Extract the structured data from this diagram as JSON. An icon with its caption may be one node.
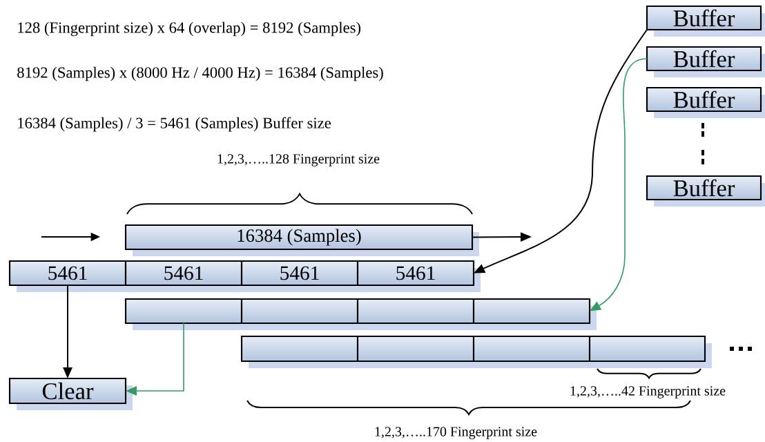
{
  "diagram": {
    "nodes": [
      {
        "text": [
          "16384 (Samples)"
        ]
      },
      {
        "text": [
          "5461"
        ]
      },
      {
        "text": [
          "5461"
        ]
      },
      {
        "text": [
          "5461"
        ]
      },
      {
        "text": [
          "5461"
        ]
      },
      {
        "text": [],
        "shape": "box"
      },
      {
        "text": [],
        "shape": "box"
      },
      {
        "text": [],
        "shape": "box"
      },
      {
        "text": [],
        "shape": "box"
      },
      {
        "text": [],
        "shape": "box"
      },
      {
        "text": [],
        "shape": "box"
      },
      {
        "text": [],
        "shape": "box"
      },
      {
        "text": [],
        "shape": "box"
      },
      {
        "text": [
          "Clear"
        ]
      },
      {
        "text": [
          "Buffer"
        ]
      },
      {
        "text": [
          "Buffer"
        ]
      },
      {
        "text": [
          "Buffer"
        ]
      },
      {
        "text": [
          "Buffer"
        ]
      }
    ],
    "edges": [
      {
        "from": 0,
        "to": null,
        "arrow": "to"
      },
      {
        "from": 14,
        "to": 4,
        "arrow": "to"
      },
      {
        "from": 15,
        "to": 8,
        "arrow": "to",
        "color": "#339966"
      },
      {
        "from": 1,
        "to": 13,
        "arrow": "to"
      },
      {
        "from": 5,
        "to": 13,
        "arrow": "to",
        "color": "#339966"
      }
    ],
    "labels": [
      "128 (Fingerprint size) x 64 (overlap) = 8192 (Samples)",
      "8192 (Samples) x (8000 Hz / 4000 Hz) = 16384 (Samples)",
      "16384 (Samples) / 3 = 5461 (Samples) Buffer size",
      "1,2,3,…..128 Fingerprint size",
      "1,2,3,…..42 Fingerprint size",
      "1,2,3,…..170 Fingerprint size"
    ]
  }
}
